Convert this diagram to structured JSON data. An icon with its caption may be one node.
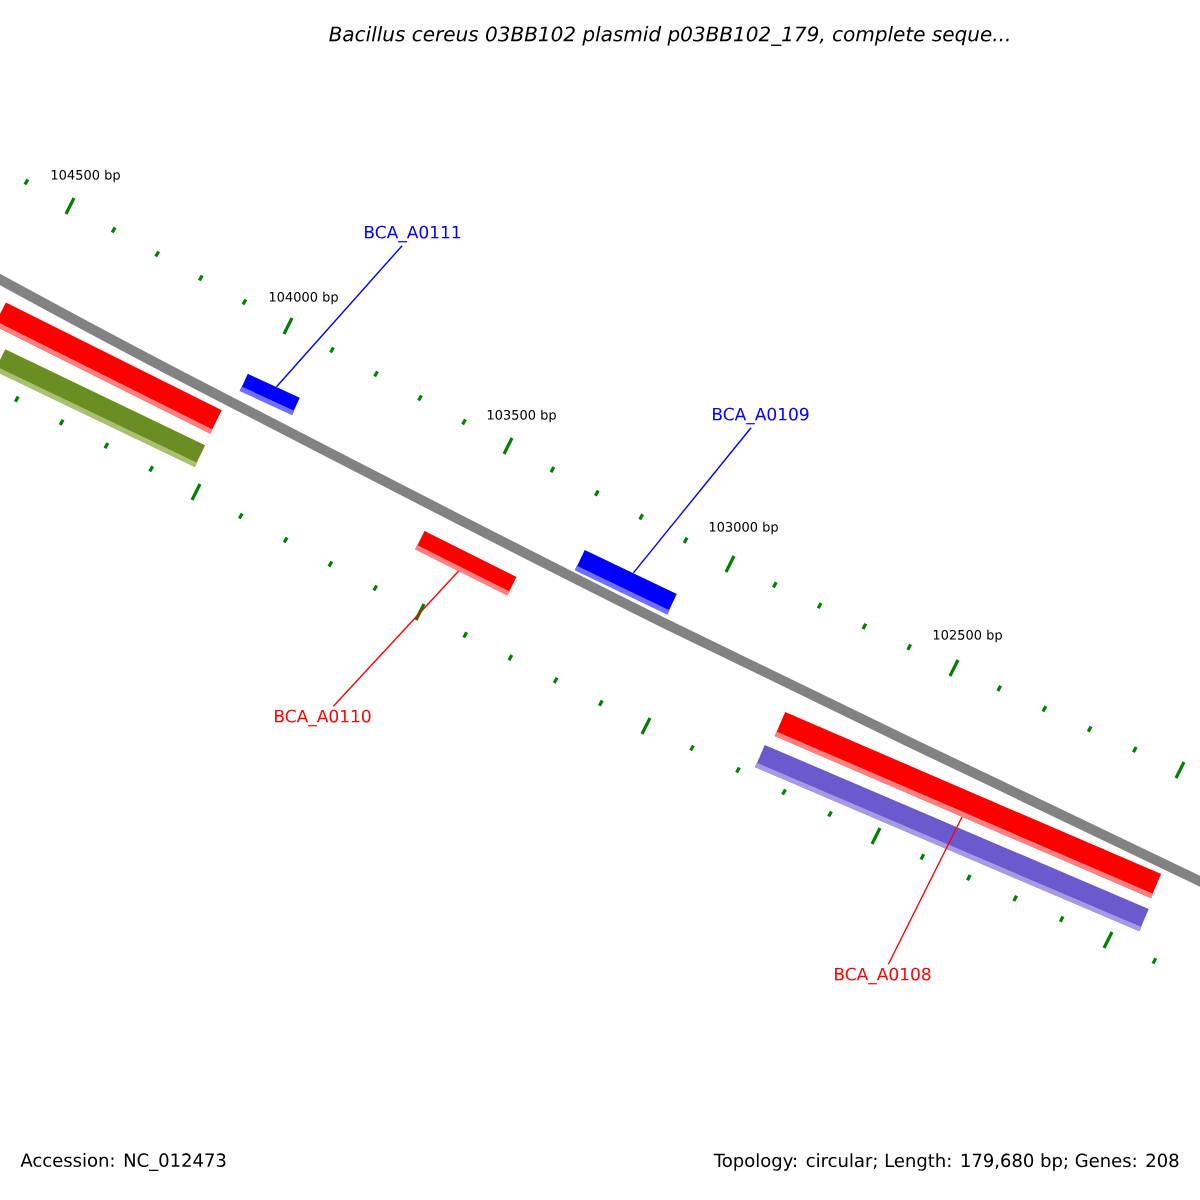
{
  "diagram": {
    "title": "Bacillus cereus 03BB102 plasmid p03BB102_179, complete seque...",
    "nodes": [
      {
        "text": [],
        "shape": "bar"
      },
      {
        "text": [],
        "shape": "bar"
      },
      {
        "text": [
          "BCA_A0111"
        ]
      },
      {
        "text": [],
        "shape": "bar"
      },
      {
        "text": [
          "BCA_A0109"
        ]
      },
      {
        "text": [],
        "shape": "bar"
      },
      {
        "text": [],
        "shape": "bar"
      },
      {
        "text": [
          "BCA_A0110"
        ]
      },
      {
        "text": [],
        "shape": "bar"
      },
      {
        "text": [],
        "shape": "bar"
      },
      {
        "text": [
          "BCA_A0108"
        ]
      }
    ],
    "edges": [
      {
        "from": 2,
        "to": 3,
        "arrow": "none",
        "color": "#0000ff"
      },
      {
        "from": 4,
        "to": 6,
        "arrow": "none",
        "color": "#0000ff"
      },
      {
        "from": 7,
        "to": 5,
        "arrow": "none",
        "color": "#ff0000"
      },
      {
        "from": 10,
        "to": 8,
        "arrow": "none",
        "color": "#ff0000"
      }
    ],
    "labels": [
      "104500 bp",
      "104000 bp",
      "103500 bp",
      "103000 bp",
      "102500 bp",
      "Accession: NC_012473",
      "Topology: circular; Length: 179,680 bp; Genes: 208"
    ]
  }
}
